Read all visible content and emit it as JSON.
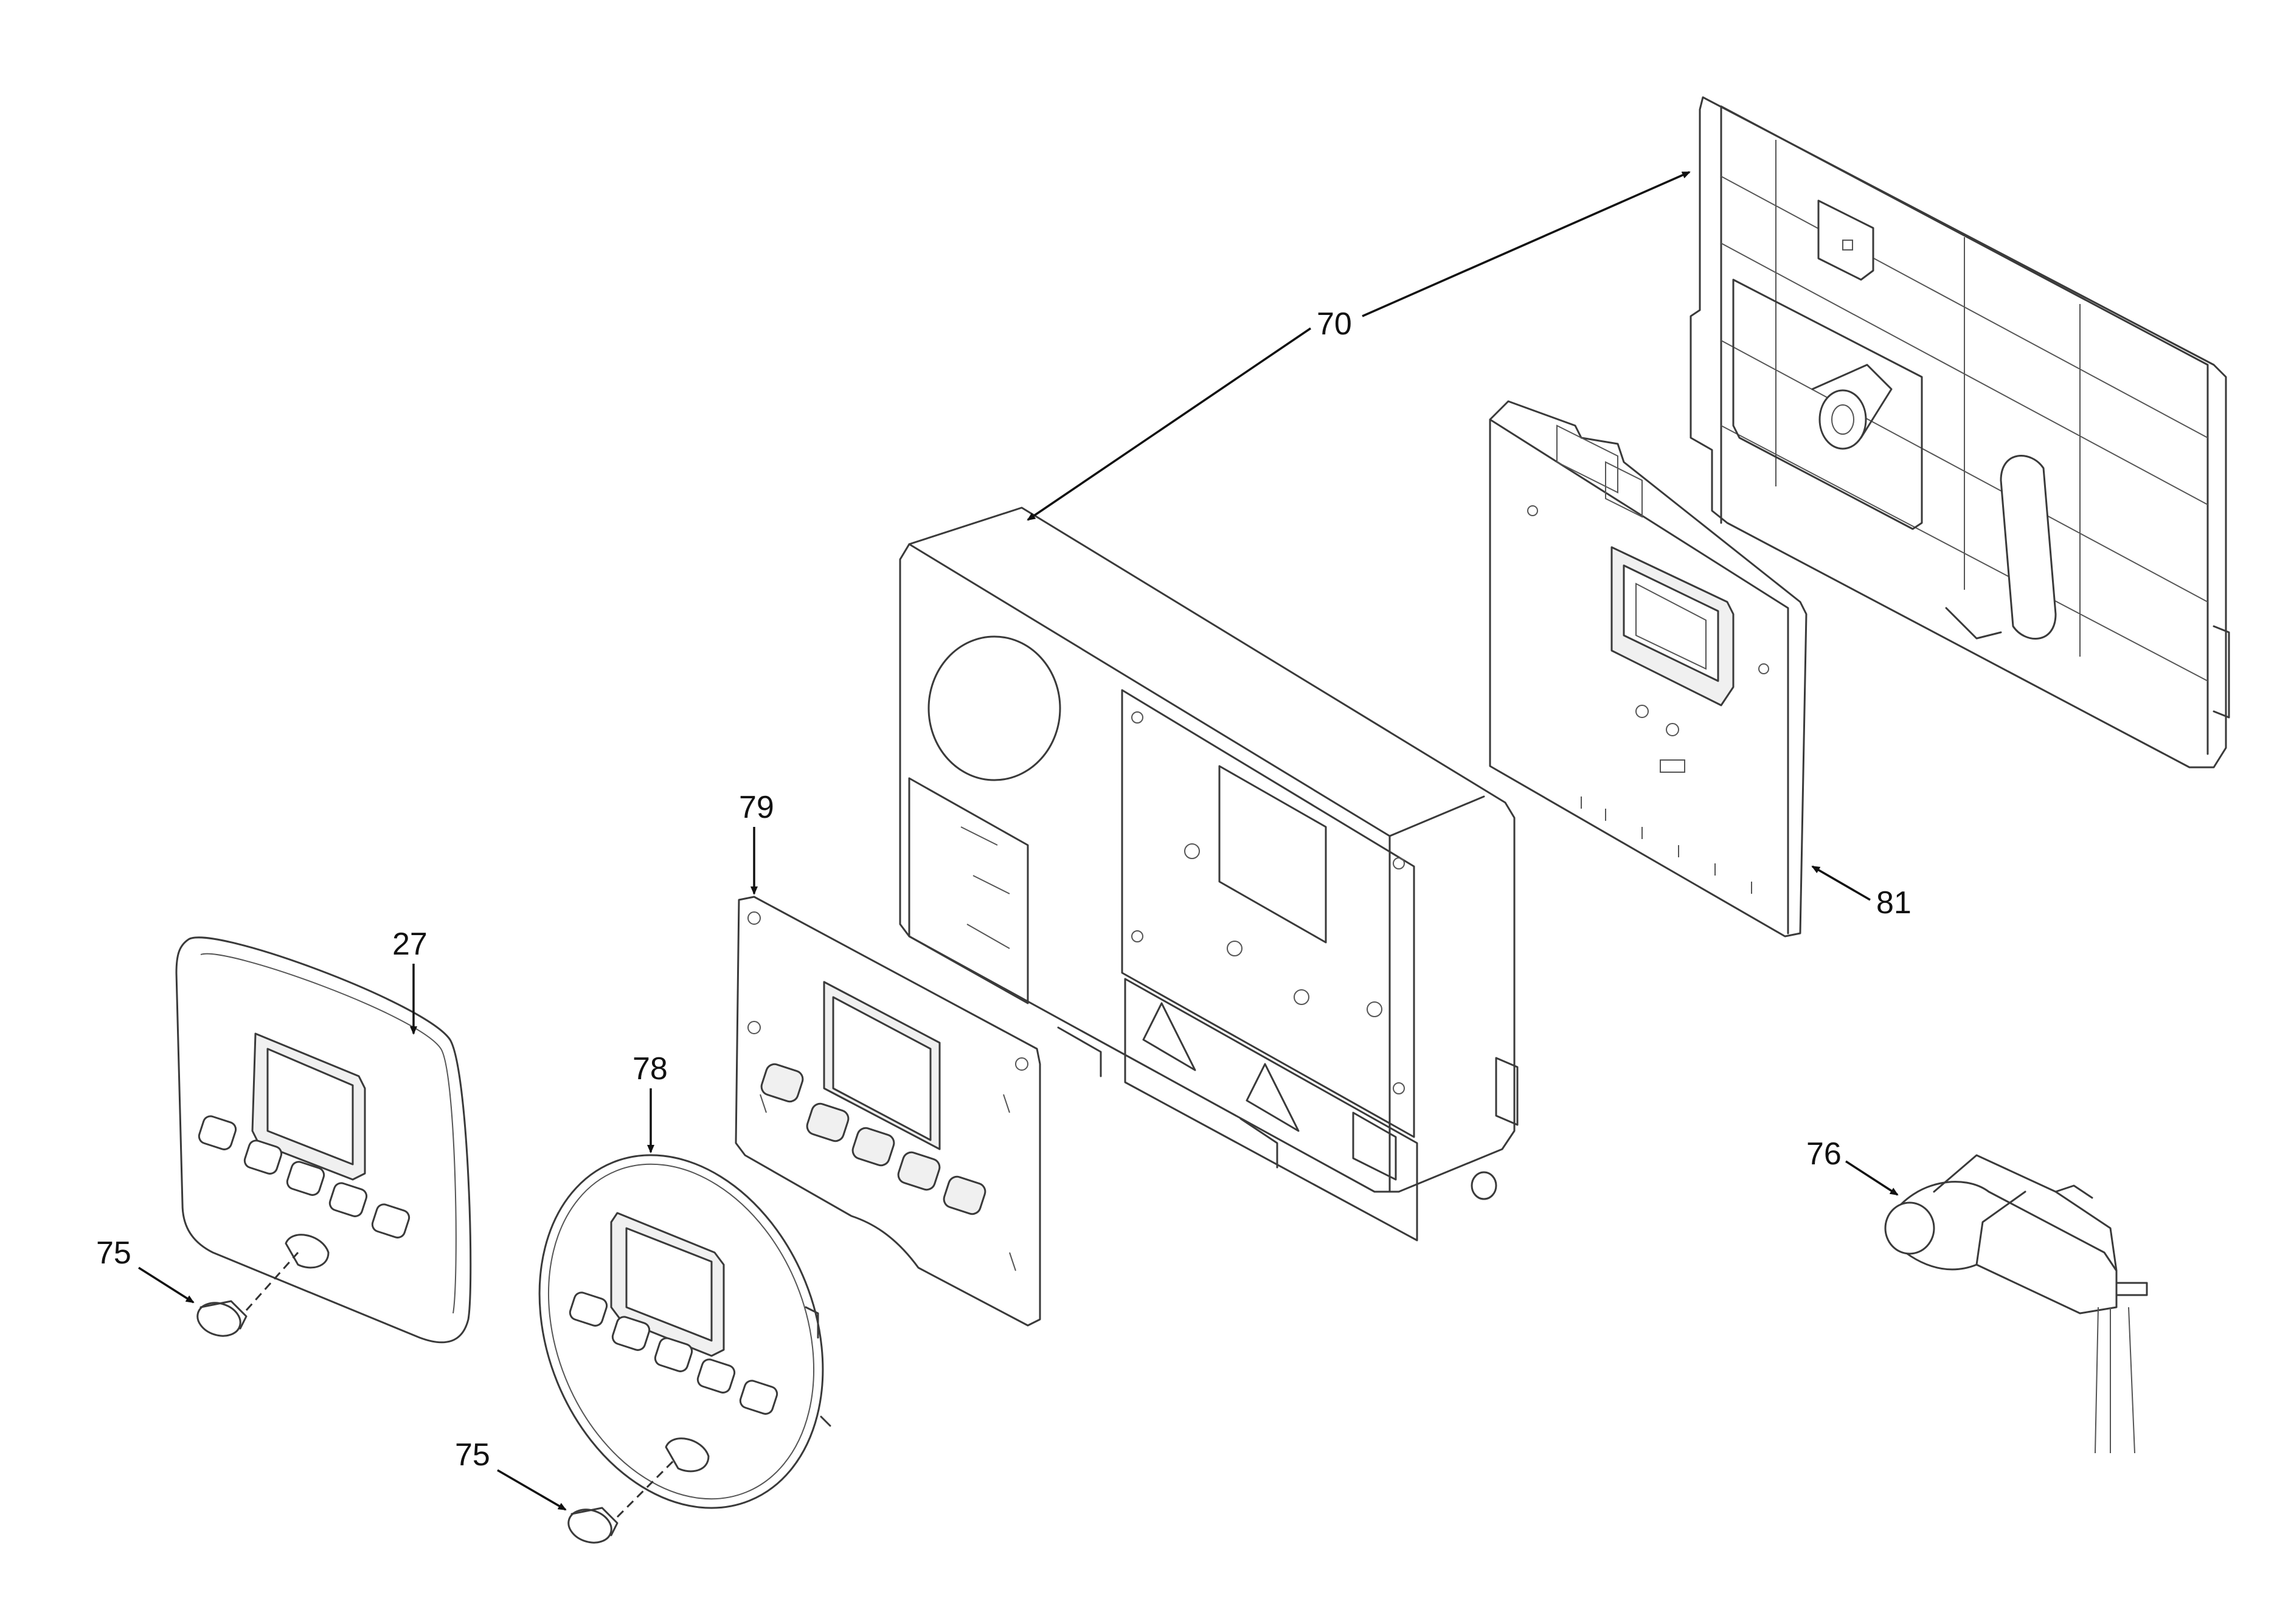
{
  "callouts": {
    "c70": "70",
    "c79": "79",
    "c27": "27",
    "c78": "78",
    "c81": "81",
    "c76": "76",
    "c75a": "75",
    "c75b": "75"
  }
}
